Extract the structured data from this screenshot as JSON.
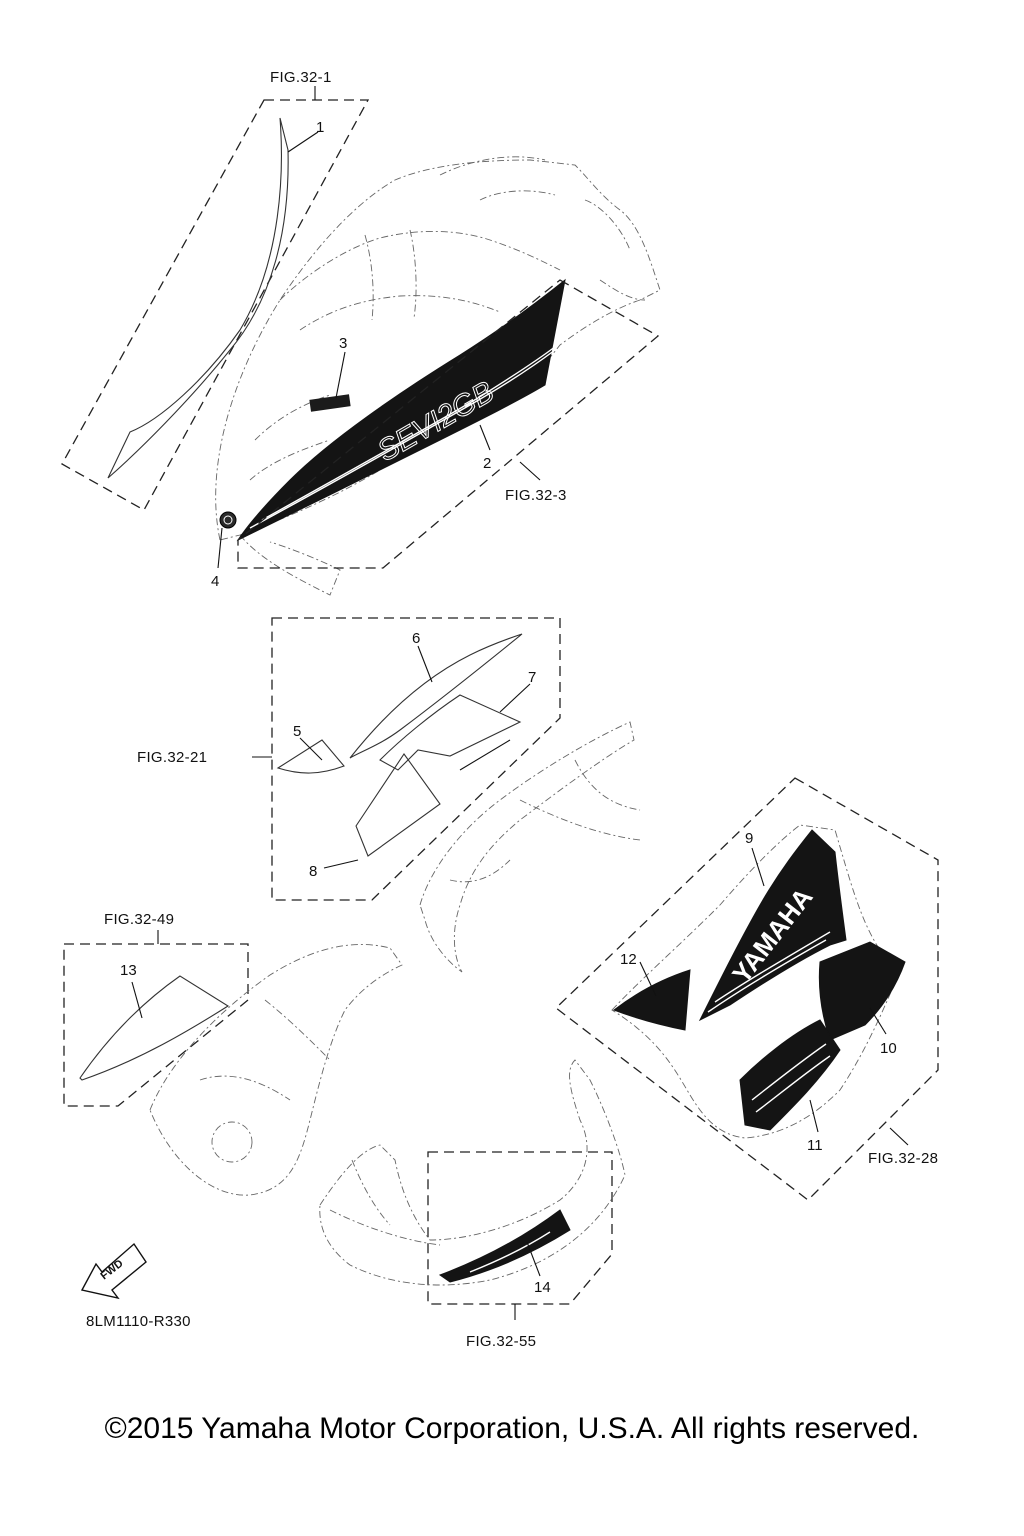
{
  "figures": {
    "fig_32_1": "FIG.32-1",
    "fig_32_3": "FIG.32-3",
    "fig_32_21": "FIG.32-21",
    "fig_32_49": "FIG.32-49",
    "fig_32_28": "FIG.32-28",
    "fig_32_55": "FIG.32-55"
  },
  "callouts": [
    "1",
    "2",
    "3",
    "4",
    "5",
    "6",
    "7",
    "8",
    "9",
    "10",
    "11",
    "12",
    "13",
    "14"
  ],
  "fwd_label": "FWD",
  "drawing_code": "8LM1110-R330",
  "decal_text": {
    "brand": "YAMAHA",
    "model": "SEVI2GB"
  },
  "copyright": "©2015 Yamaha Motor Corporation, U.S.A. All rights reserved."
}
